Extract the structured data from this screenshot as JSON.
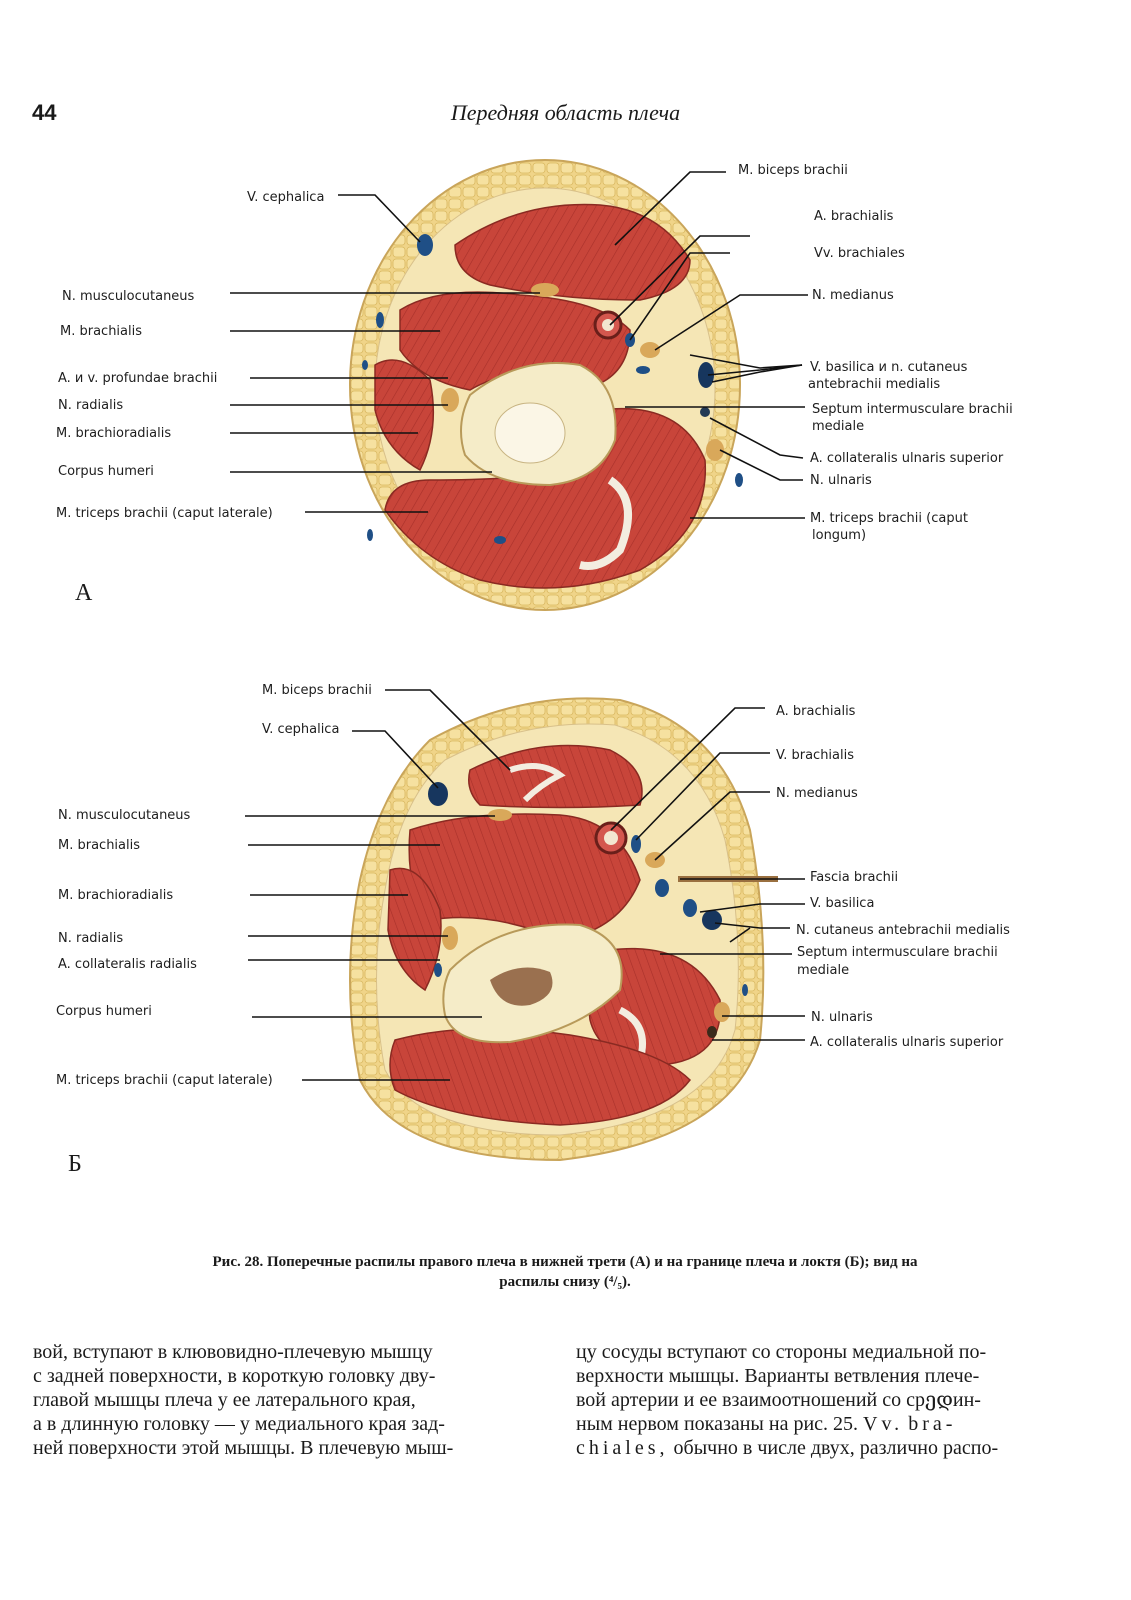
{
  "header": {
    "page_number": "44",
    "running_title": "Передняя область плеча"
  },
  "figure_a": {
    "panel_label": "А",
    "labels": {
      "v_cephalica": "V. cephalica",
      "m_biceps": "M. biceps brachii",
      "a_brachialis": "A. brachialis",
      "vv_brachiales": "Vv. brachiales",
      "n_musculocutaneus": "N. musculocutaneus",
      "n_medianus": "N. medianus",
      "m_brachialis": "M. brachialis",
      "v_basilica_1": "V. basilica и n. cutaneus",
      "v_basilica_2": "antebrachii medialis",
      "a_profundae": "A. и v. profundae brachii",
      "n_radialis": "N. radialis",
      "septum_1": "Septum intermusculare brachii",
      "septum_2": "mediale",
      "m_brachioradialis": "M. brachioradialis",
      "a_collateralis_ulnaris": "A. collateralis ulnaris superior",
      "corpus_humeri": "Corpus humeri",
      "n_ulnaris": "N. ulnaris",
      "m_triceps_lat": "M. triceps brachii (caput laterale)",
      "m_triceps_long_1": "M. triceps brachii (caput",
      "m_triceps_long_2": "longum)"
    }
  },
  "figure_b": {
    "panel_label": "Б",
    "labels": {
      "m_biceps": "M. biceps brachii",
      "a_brachialis": "A. brachialis",
      "v_cephalica": "V. cephalica",
      "v_brachialis": "V. brachialis",
      "n_medianus": "N. medianus",
      "n_musculocutaneus": "N. musculocutaneus",
      "m_brachialis": "M. brachialis",
      "fascia_brachii": "Fascia brachii",
      "m_brachioradialis": "M. brachioradialis",
      "v_basilica": "V. basilica",
      "n_cutaneus": "N. cutaneus antebrachii medialis",
      "n_radialis": "N. radialis",
      "septum_1": "Septum intermusculare brachii",
      "septum_2": "mediale",
      "a_collateralis_radialis": "A. collateralis radialis",
      "corpus_humeri": "Corpus humeri",
      "n_ulnaris": "N. ulnaris",
      "a_collateralis_ulnaris": "A. collateralis ulnaris superior",
      "m_triceps_lat": "M. triceps brachii (caput laterale)"
    }
  },
  "caption": {
    "line1": "Рис. 28. Поперечные распилы правого плеча в нижней трети (А) и на границе плеча и локтя (Б); вид на",
    "line2": "распилы снизу (⁴/₅)."
  },
  "body": {
    "left": [
      "вой, вступают в клювовидно-плечевую мышцу",
      "с задней поверхности, в короткую головку дву-",
      "главой мышцы плеча у ее латерального края,",
      "а в длинную головку — у медиального края зад-",
      "ней поверхности этой мышцы. В плечевую мыш-"
    ],
    "right": [
      "цу сосуды вступают со стороны медиальной по-",
      "верхности мышцы. Варианты ветвления плече-",
      "вой артерии и ее взаимоотношений со срედин-",
      "ным нервом показаны на рис. 25."
    ],
    "right_vv": "Vv.",
    "right_bra": "bra-",
    "right_chiales": "chiales,",
    "right_tail": "обычно в числе двух, различно распо-"
  },
  "colors": {
    "muscle": "#c8453a",
    "fat": "#f0d488",
    "bone": "#f5ecc8",
    "vessel": "#1f4f86"
  }
}
